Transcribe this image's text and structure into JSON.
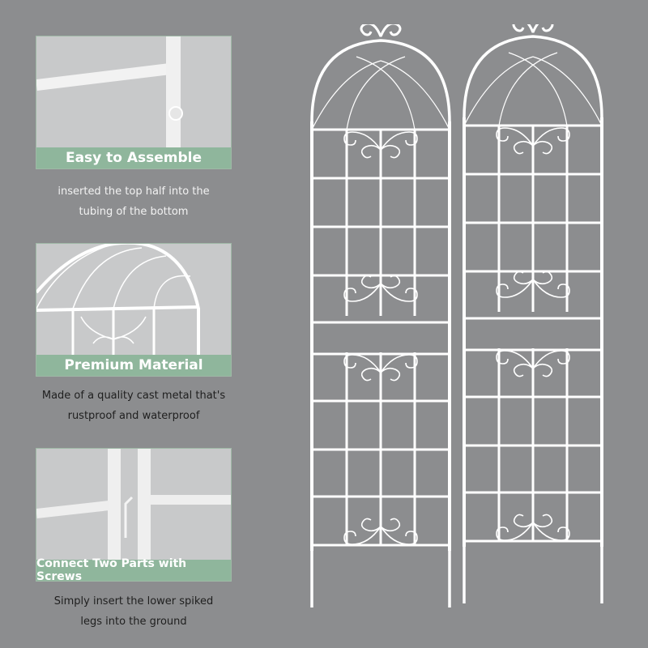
{
  "features": [
    {
      "title": "Easy to Assemble",
      "caption_line1": "inserted the top half into the",
      "caption_line2": "tubing of the bottom"
    },
    {
      "title": "Premium Material",
      "caption_line1": "Made of a quality cast metal that's",
      "caption_line2": "rustproof and waterproof"
    },
    {
      "title": "Connect Two Parts with Screws",
      "caption_line1": "Simply insert the lower spiked",
      "caption_line2": "legs into the ground"
    }
  ],
  "colors": {
    "background": "#8c8d8f",
    "banner": "#8fb69c",
    "panel": "#c8c9ca",
    "metal": "#ffffff"
  },
  "product": {
    "panel_count": 2,
    "image": "white-metal-garden-trellis-pair"
  }
}
